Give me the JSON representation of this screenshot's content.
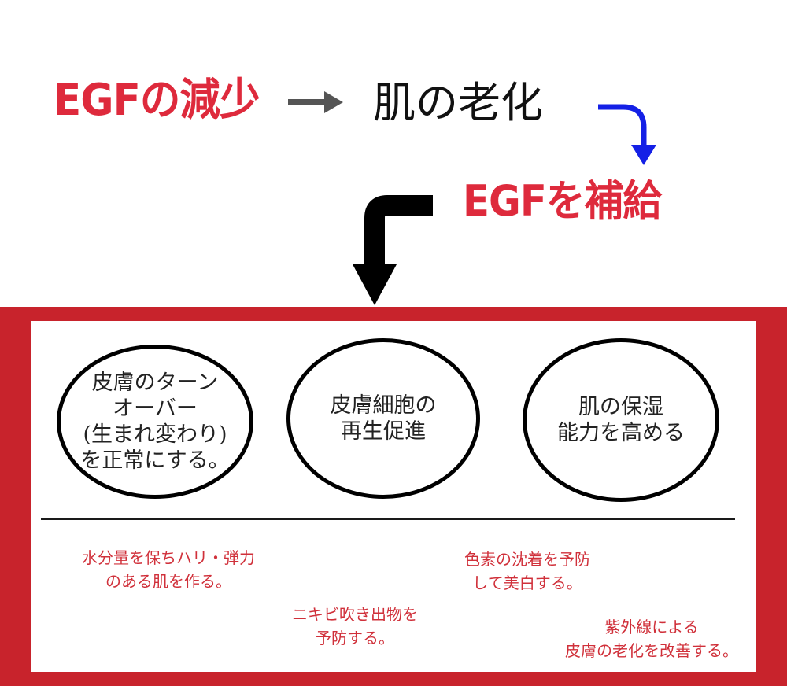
{
  "header": {
    "egf_decrease": "EGFの減少",
    "skin_aging": "肌の老化",
    "egf_supply": "EGFを補給"
  },
  "benefits": {
    "circles": [
      "皮膚のターン\nオーバー\n(生まれ変わり)\nを正常にする。",
      "皮膚細胞の\n再生促進",
      "肌の保湿\n能力を高める"
    ],
    "effects": [
      "水分量を保ちハリ・弾力\nのある肌を作る。",
      "ニキビ吹き出物を\n予防する。",
      "色素の沈着を予防\nして美白する。",
      "紫外線による\n皮膚の老化を改善する。"
    ]
  },
  "colors": {
    "accent_red": "#de2a3c",
    "panel_red": "#c8232c",
    "arrow_blue": "#1420e6",
    "arrow_gray": "#555555",
    "arrow_black": "#000000"
  }
}
